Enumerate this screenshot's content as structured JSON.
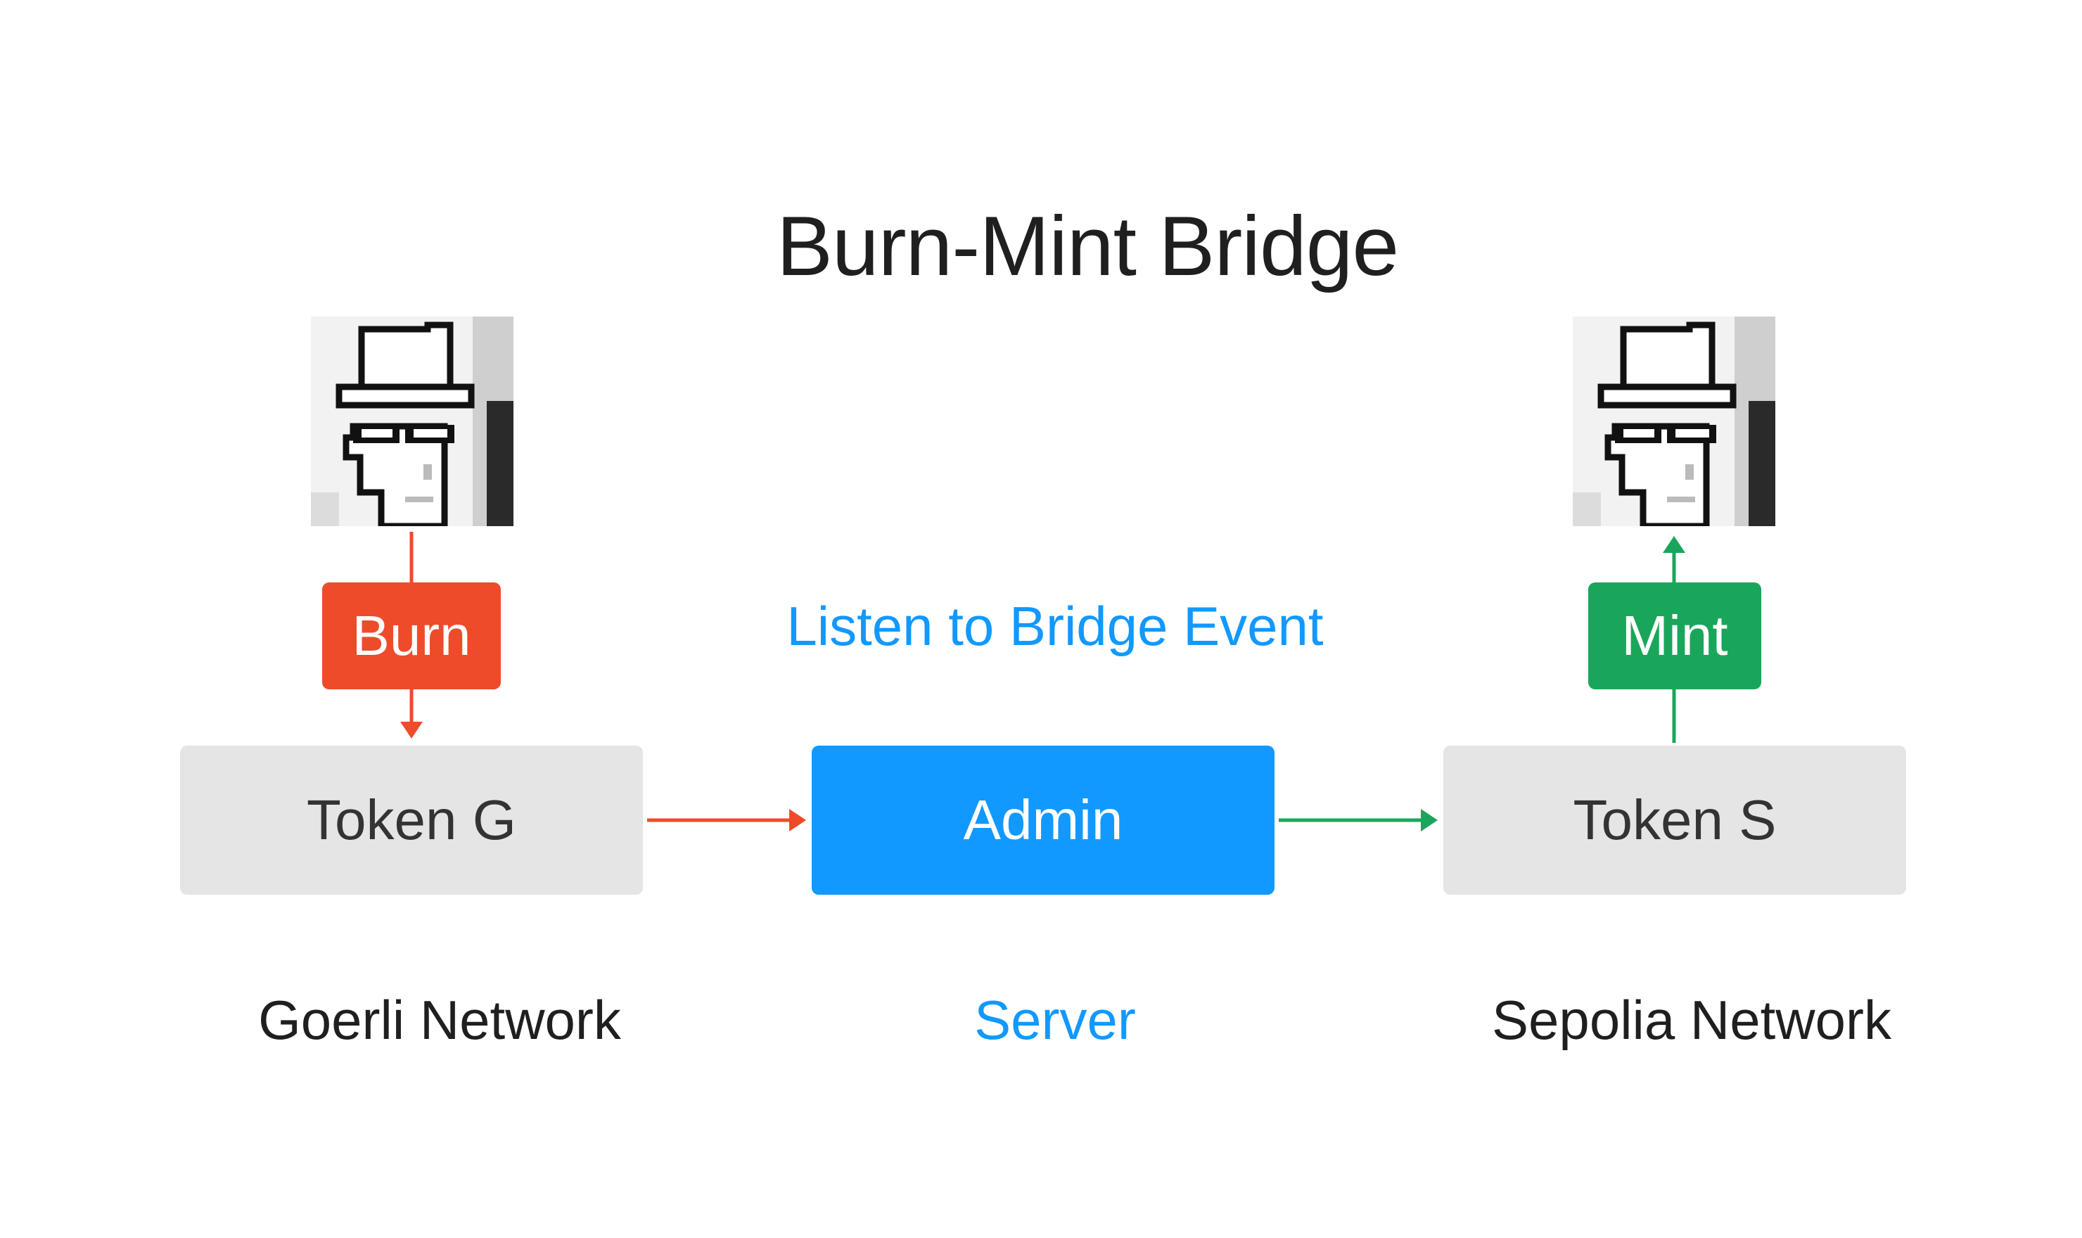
{
  "title": "Burn-Mint Bridge",
  "listen_label": "Listen to Bridge Event",
  "nodes": {
    "burn": {
      "label": "Burn"
    },
    "mint": {
      "label": "Mint"
    },
    "token_g": {
      "label": "Token G"
    },
    "admin": {
      "label": "Admin"
    },
    "token_s": {
      "label": "Token S"
    }
  },
  "captions": {
    "goerli": "Goerli Network",
    "server": "Server",
    "sepolia": "Sepolia Network"
  },
  "icons": {
    "left_avatar": "pixel-hat-avatar-icon",
    "right_avatar": "pixel-hat-avatar-icon"
  },
  "colors": {
    "burn": "#EE4B2B",
    "mint": "#1AA65A",
    "admin": "#1199FF",
    "token_box": "#E5E5E5",
    "server_text": "#1199FF",
    "title_text": "#1F1F1F"
  }
}
